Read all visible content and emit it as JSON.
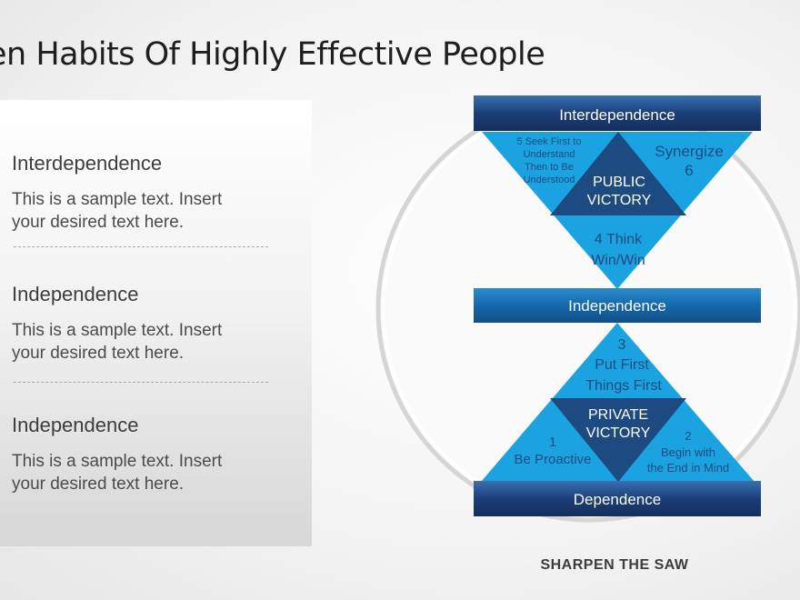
{
  "title": "en Habits Of Highly Effective People",
  "sections": [
    {
      "heading": "Interdependence",
      "text_line1": "This is a sample text. Insert",
      "text_line2": "your desired text here."
    },
    {
      "heading": "Independence",
      "text_line1": "This is a sample text. Insert",
      "text_line2": "your desired text here."
    },
    {
      "heading": "Independence",
      "text_line1": "This is a sample text. Insert",
      "text_line2": "your desired text here."
    }
  ],
  "diagram": {
    "top_bar": "Interdependence",
    "middle_bar": "Independence",
    "bottom_bar": "Dependence",
    "public_victory": [
      "PUBLIC",
      "VICTORY"
    ],
    "private_victory": [
      "PRIVATE",
      "VICTORY"
    ],
    "habit5": [
      "5 Seek First to",
      "Understand",
      "Then to Be",
      "Understood"
    ],
    "habit6": [
      "Synergize",
      "6"
    ],
    "habit4": [
      "4 Think",
      "Win/Win"
    ],
    "habit3": [
      "3",
      "Put  First",
      "Things  First"
    ],
    "habit1": [
      "1",
      "Be Proactive"
    ],
    "habit2": [
      "2",
      "Begin with",
      "the End in Mind"
    ],
    "caption": "SHARPEN  THE SAW"
  },
  "colors": {
    "bar_dark": "#1b3f78",
    "triangle_light": "#1aa3e0",
    "triangle_dark": "#1d4a80",
    "text_dark": "#2a3440"
  }
}
